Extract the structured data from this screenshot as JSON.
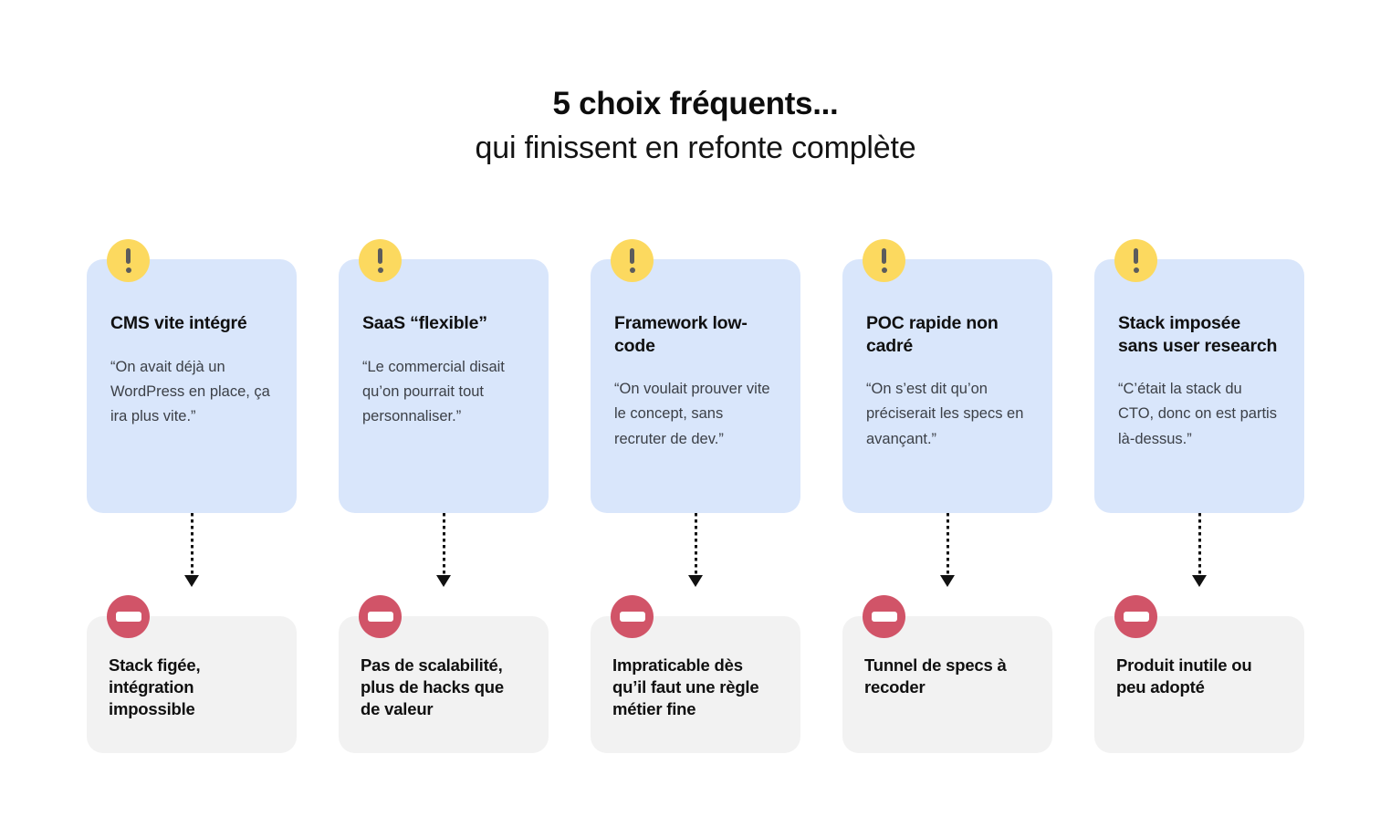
{
  "heading": {
    "line1": "5 choix fréquents...",
    "line2": "qui finissent en refonte complète"
  },
  "icons": {
    "warning": "exclamation-icon",
    "stop": "no-entry-icon",
    "arrow": "dotted-down-arrow-icon"
  },
  "colors": {
    "choice_card_bg": "#d9e6fb",
    "outcome_card_bg": "#f2f2f2",
    "warning_icon": "#fcd95f",
    "warning_mark": "#5c5c5c",
    "stop_icon": "#d15468",
    "stop_bar": "#ffffff",
    "arrow": "#111111",
    "page_bg": "#ffffff",
    "title_text": "#0d0d0d",
    "quote_text": "#3c4047"
  },
  "columns": [
    {
      "choice_title": "CMS vite intégré",
      "choice_quote": "“On avait déjà un WordPress en place, ça ira plus vite.”",
      "outcome_title": "Stack figée, intégration impossible"
    },
    {
      "choice_title": "SaaS “flexible”",
      "choice_quote": "“Le commercial disait qu’on pourrait tout personnaliser.”",
      "outcome_title": "Pas de scalabilité, plus de hacks que de valeur"
    },
    {
      "choice_title": "Framework low-code",
      "choice_quote": "“On voulait prouver vite le concept, sans recruter de dev.”",
      "outcome_title": "Impraticable dès qu’il faut une règle métier fine"
    },
    {
      "choice_title": "POC rapide non cadré",
      "choice_quote": "“On s’est dit qu’on préciserait les specs en avançant.”",
      "outcome_title": "Tunnel de specs à recoder"
    },
    {
      "choice_title": "Stack imposée sans user research",
      "choice_quote": "“C’était la stack du CTO, donc on est partis là-dessus.”",
      "outcome_title": "Produit inutile ou peu adopté"
    }
  ]
}
